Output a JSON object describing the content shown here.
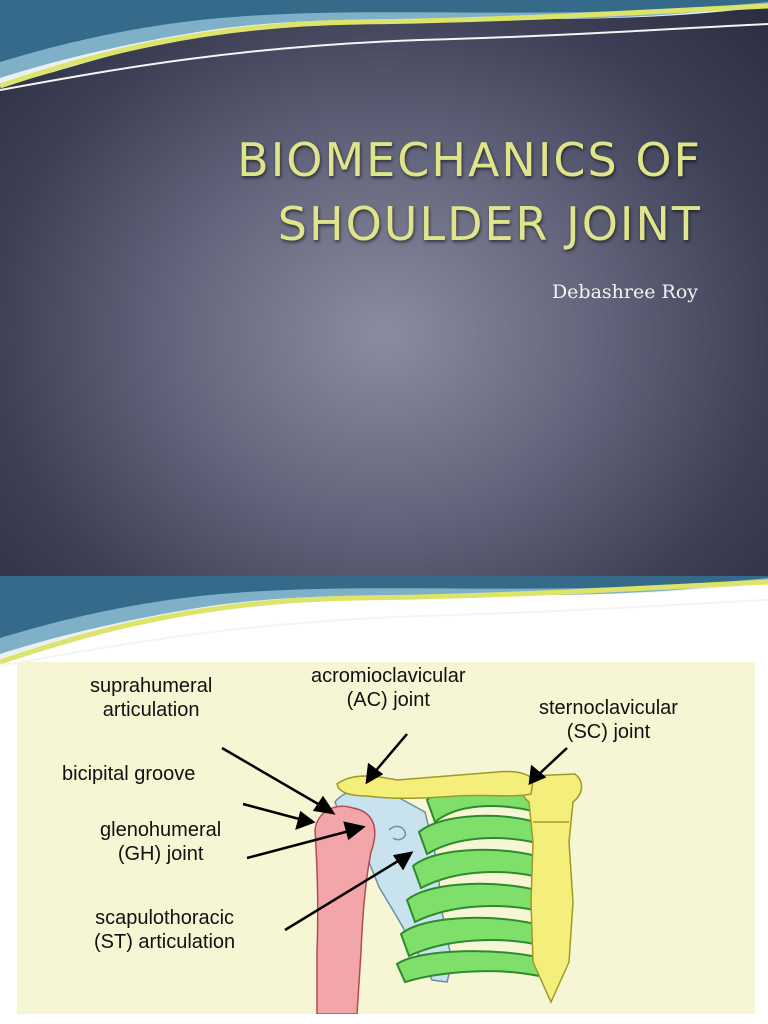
{
  "slide1": {
    "title_line1": "BIOMECHANICS OF",
    "title_line2": "SHOULDER  JOINT",
    "author": "Debashree Roy"
  },
  "slide2": {
    "labels": {
      "suprahumeral_l1": "suprahumeral",
      "suprahumeral_l2": "articulation",
      "acromio_l1": "acromioclavicular",
      "acromio_l2": "(AC) joint",
      "sterno_l1": "sternoclavicular",
      "sterno_l2": "(SC) joint",
      "bicipital": "bicipital groove",
      "gleno_l1": "glenohumeral",
      "gleno_l2": "(GH) joint",
      "scapulo_l1": "scapulothoracic",
      "scapulo_l2": "(ST) articulation"
    }
  },
  "colors": {
    "title": "#dfe58a",
    "slide_bg_dark": "#2a2c40",
    "slide_bg_light": "#8b8c9f",
    "diagram_bg": "#f6f6d4",
    "humerus": "#f2a6aa",
    "scapula": "#c8e2ee",
    "clavicle": "#f4ef7a",
    "ribs": "#7ee06a",
    "sternum": "#f4ef7a"
  }
}
